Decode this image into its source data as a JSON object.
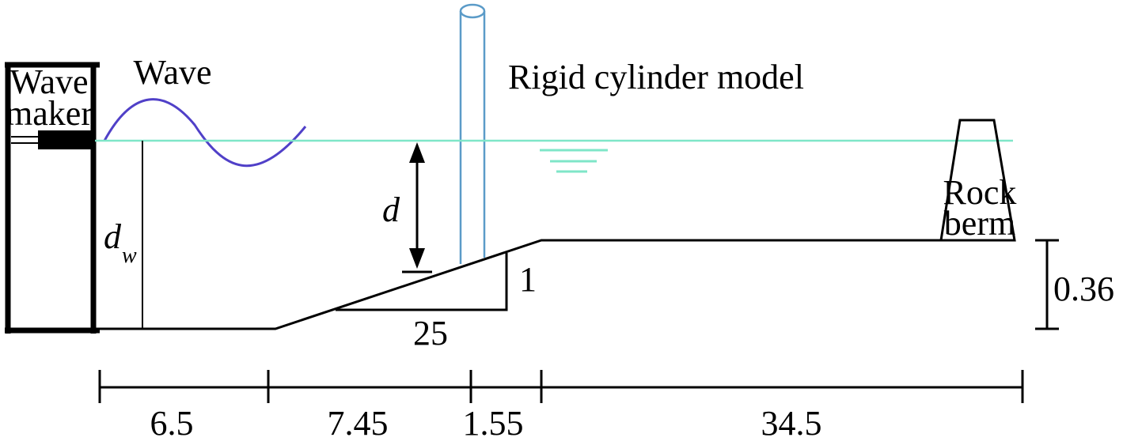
{
  "labels": {
    "wave_maker_line1": "Wave",
    "wave_maker_line2": "maker",
    "wave": "Wave",
    "cylinder": "Rigid cylinder model",
    "rock_berm_line1": "Rock",
    "rock_berm_line2": "berm",
    "depth_at_cylinder": "d",
    "depth_at_maker": "d",
    "depth_at_maker_subscript": "w",
    "slope_rise": "1",
    "slope_run": "25",
    "step_height": "0.36"
  },
  "dimensions": [
    "6.5",
    "7.45",
    "1.55",
    "34.5"
  ],
  "colors": {
    "water_line": "#7fe6c8",
    "wave": "#5040c8",
    "cylinder": "#5b9bc8",
    "structure": "#000000"
  }
}
